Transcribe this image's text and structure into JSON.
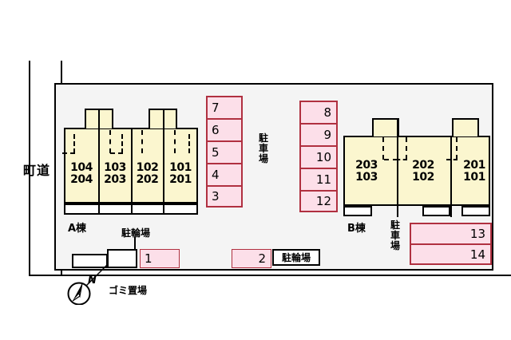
{
  "site": {
    "road_label": "町道",
    "compass_north": "N",
    "garbage_label": "ゴミ置場",
    "bicycle_label": "駐輪場",
    "parking_label": "駐車場"
  },
  "buildings": [
    {
      "id": "a",
      "name": "A棟",
      "units": [
        {
          "upper": "104",
          "lower": "204"
        },
        {
          "upper": "103",
          "lower": "203"
        },
        {
          "upper": "102",
          "lower": "202"
        },
        {
          "upper": "101",
          "lower": "201"
        }
      ]
    },
    {
      "id": "b",
      "name": "B棟",
      "units": [
        {
          "upper": "203",
          "lower": "103"
        },
        {
          "upper": "202",
          "lower": "102"
        },
        {
          "upper": "201",
          "lower": "101"
        }
      ]
    }
  ],
  "parking": {
    "label": "駐車場",
    "group_left": {
      "label": "駐車場",
      "stalls": [
        "7",
        "6",
        "5",
        "4",
        "3"
      ]
    },
    "group_mid": {
      "label": "駐車場",
      "stalls": [
        "8",
        "9",
        "10",
        "11",
        "12"
      ]
    },
    "group_right": {
      "label": "駐車場",
      "stalls": [
        "13",
        "14"
      ]
    },
    "group_bottom": {
      "stalls": [
        "1",
        "2"
      ]
    }
  },
  "bicycle_parking": [
    {
      "label": "駐輪場",
      "boxed": false
    },
    {
      "label": "駐輪場",
      "boxed": true
    }
  ],
  "colors": {
    "building_fill": "#fbf6cf",
    "parking_fill": "#fcdfe9",
    "parking_border": "#b03040",
    "site_bg": "#f4f4f4",
    "outline": "#000000"
  }
}
